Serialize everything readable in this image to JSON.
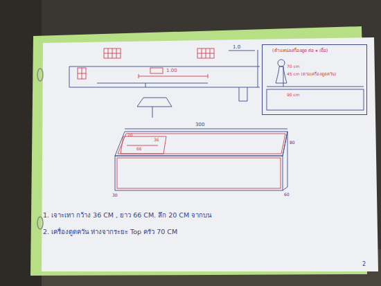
{
  "diagram": {
    "nodes": [
      {
        "text": [
          "(ตำแหน่งเครื่องดูด ต่อ ๑ เมื่อ)"
        ]
      }
    ],
    "labels": [
      "1.0",
      "1.00",
      "300",
      "20",
      "66",
      "36",
      "80",
      "30",
      "60",
      "70 cm",
      "45 cm (ตามเครื่องดูดควัน)",
      "90 cm",
      "1. เจาะเทา กว้าง 36 CM , ยาว 66 CM. ลึก 20 CM จากบน",
      "2. เครื่องดูดควัน ห่างจากระยะ Top ครัว 70 CM",
      "2"
    ]
  }
}
